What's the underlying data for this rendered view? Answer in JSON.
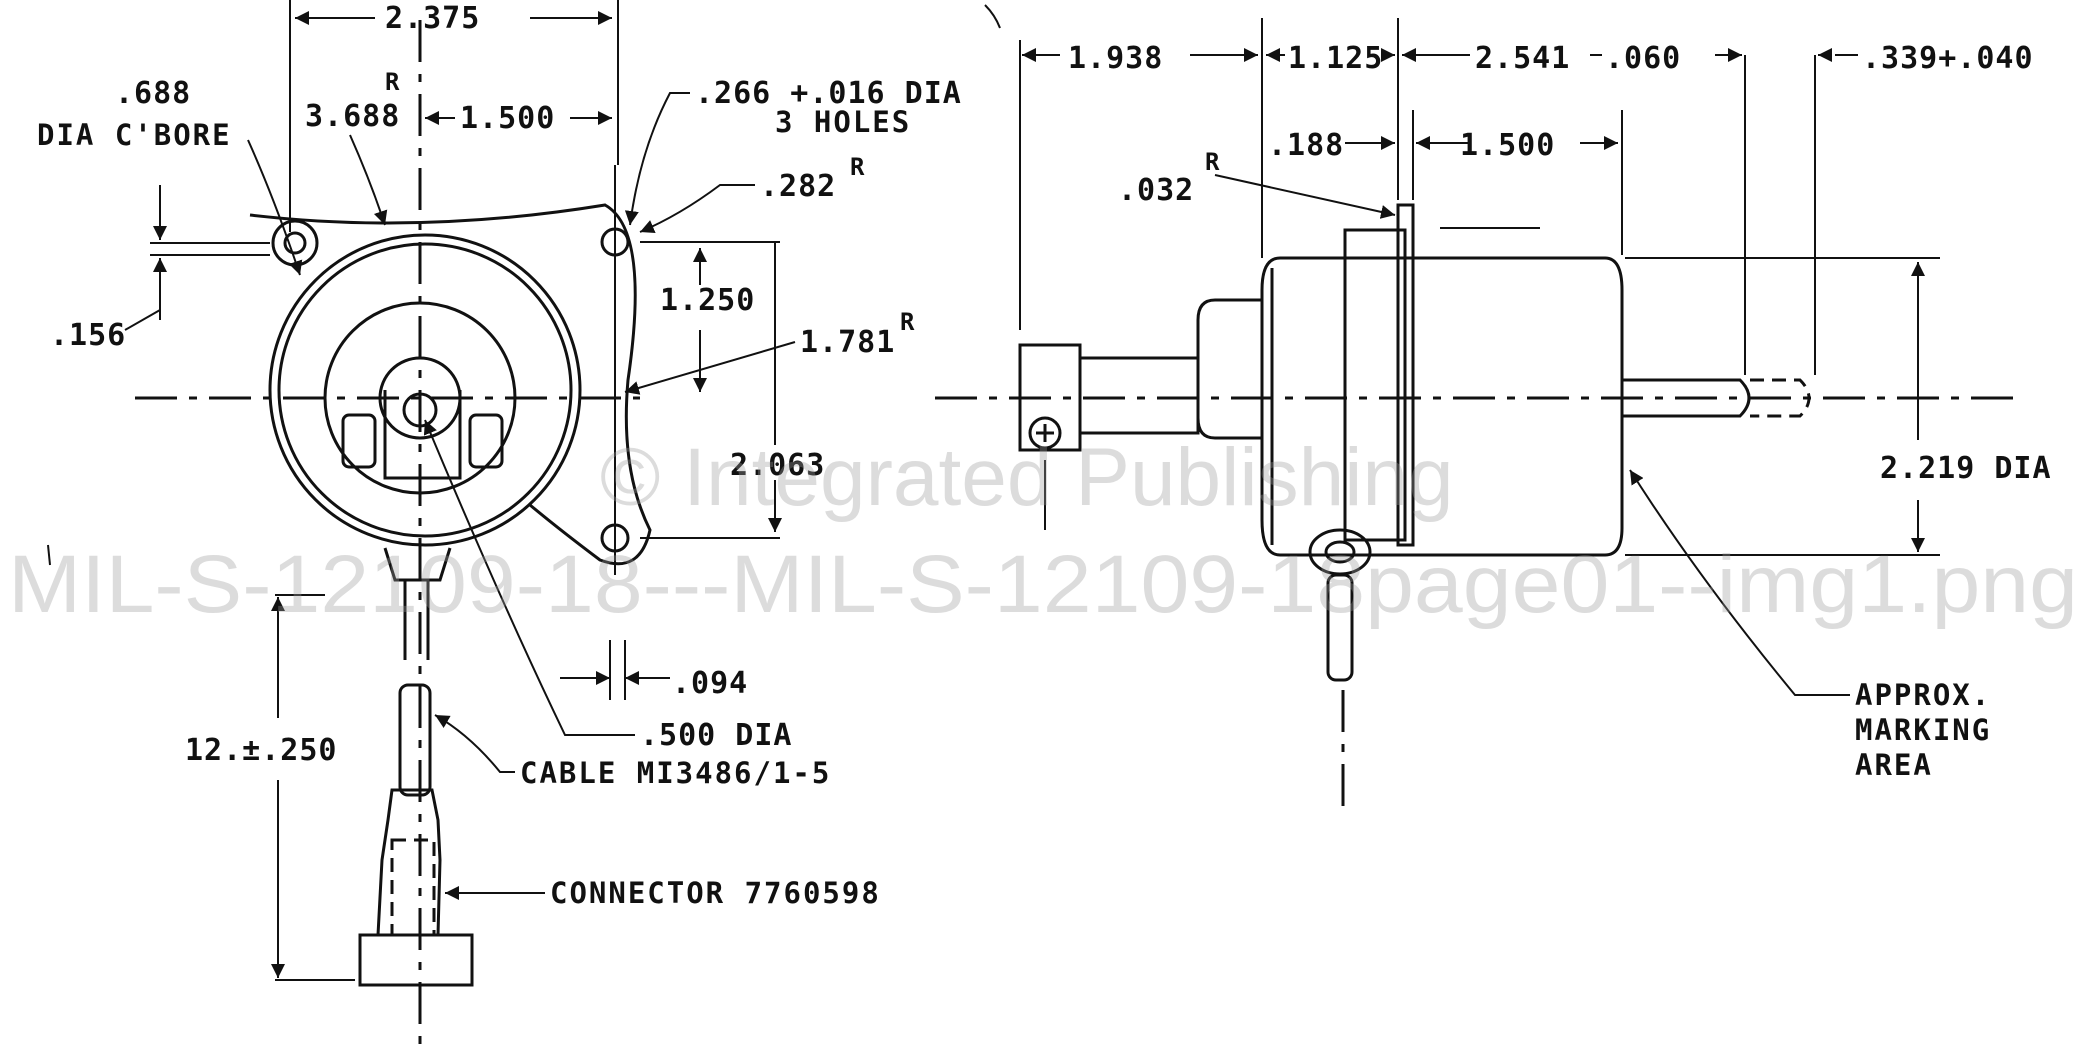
{
  "watermark": {
    "line1": "© Integrated Publishing",
    "line2": "MIL-S-12109-18---MIL-S-12109-18page01--img1.png"
  },
  "front_view": {
    "dim_2375": "2.375",
    "dim_688": ".688",
    "dia_cbore": "DIA C'BORE",
    "dim_3688": "3.688",
    "radius_mark": "R",
    "dim_1500": "1.500",
    "dim_266_a": ".266 +.016 DIA",
    "dim_266_b": "3 HOLES",
    "dim_282": ".282",
    "dim_156": ".156",
    "dim_1250": "1.250",
    "dim_1781": "1.781",
    "dim_2063": "2.063",
    "dim_094": ".094",
    "dim_500": ".500 DIA",
    "dim_12": "12.±.250",
    "cable": "CABLE  MI3486/1-5",
    "connector": "CONNECTOR  7760598"
  },
  "side_view": {
    "dim_1938": "1.938",
    "dim_1125": "1.125",
    "dim_2541": "2.541",
    "dim_060": ".060",
    "dim_339": ".339+.040",
    "dim_188": ".188",
    "dim_032": ".032",
    "dim_1500": "1.500",
    "dim_2219": "2.219 DIA",
    "marking_1": "APPROX.",
    "marking_2": "MARKING",
    "marking_3": "AREA"
  }
}
